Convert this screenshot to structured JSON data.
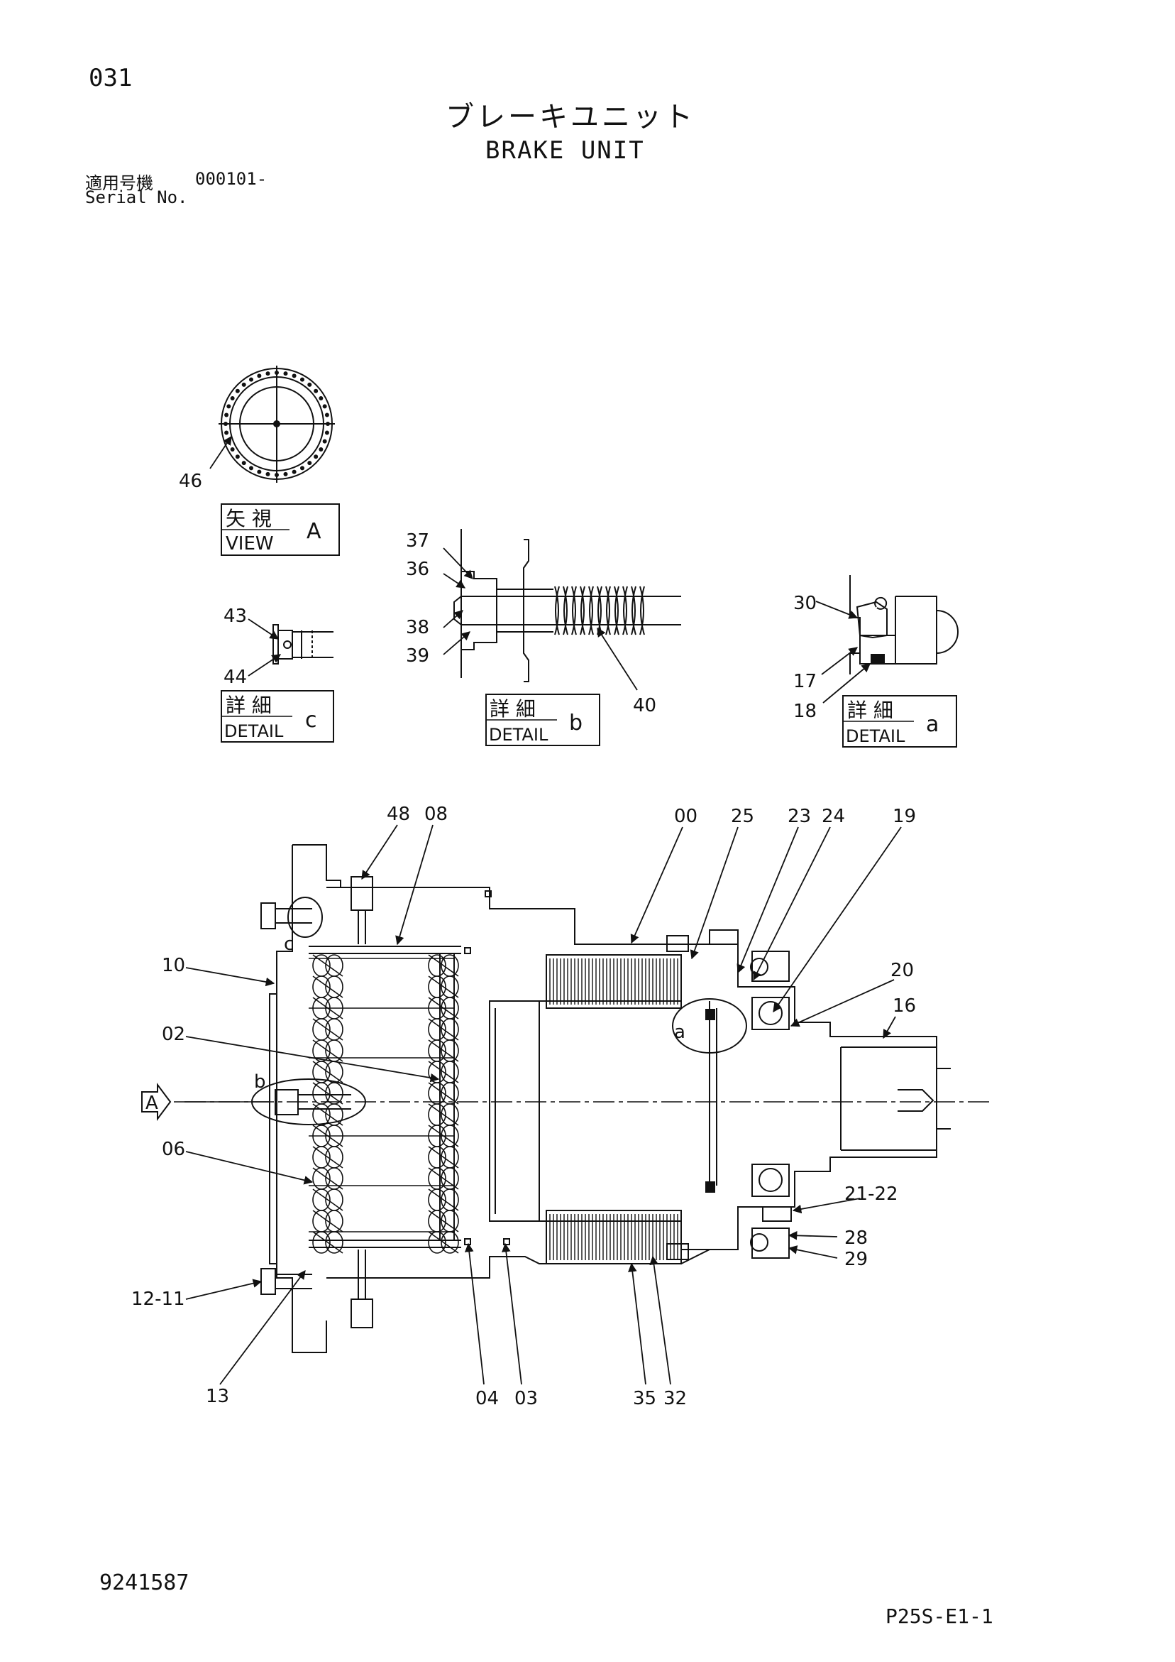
{
  "page_number": "031",
  "title": {
    "japanese": "ブレーキユニット",
    "english": "BRAKE UNIT"
  },
  "serial": {
    "label_japanese": "適用号機",
    "range": "000101-",
    "label_english": "Serial No."
  },
  "views": {
    "view_a": {
      "jp": "矢 視",
      "en": "VIEW",
      "letter": "A",
      "callouts": [
        "46"
      ]
    },
    "detail_a": {
      "jp": "詳 細",
      "en": "DETAIL",
      "letter": "a",
      "callouts": [
        "30",
        "17",
        "18"
      ]
    },
    "detail_b": {
      "jp": "詳 細",
      "en": "DETAIL",
      "letter": "b",
      "callouts": [
        "37",
        "36",
        "38",
        "39",
        "40"
      ]
    },
    "detail_c": {
      "jp": "詳 細",
      "en": "DETAIL",
      "letter": "c",
      "callouts": [
        "43",
        "44"
      ]
    }
  },
  "main_callouts": [
    "48",
    "08",
    "00",
    "25",
    "23",
    "24",
    "19",
    "20",
    "16",
    "10",
    "02",
    "06",
    "12-11",
    "13",
    "04",
    "03",
    "35",
    "32",
    "21-22",
    "28",
    "29"
  ],
  "view_markers": {
    "arrow_a": "A",
    "detail_a": "a",
    "detail_b": "b",
    "detail_c": "c"
  },
  "footer": {
    "drawing_number": "9241587",
    "sheet_code": "P25S-E1-1"
  }
}
